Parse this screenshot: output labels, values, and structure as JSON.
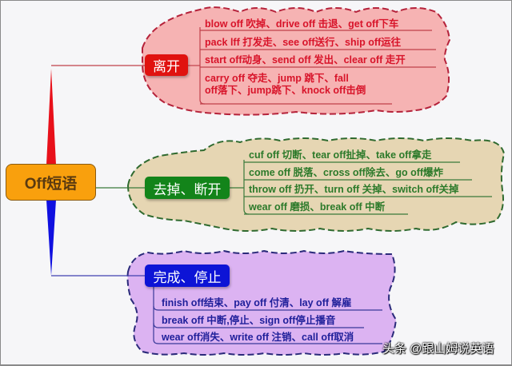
{
  "root": {
    "label": "Off短语",
    "color": "#f9a00d"
  },
  "branches": [
    {
      "label": "离开",
      "color": "#e0120f",
      "cloud_fill": "#f6b3b3",
      "cloud_stroke": "#b5223a",
      "items": [
        "blow off 吹掉、drive off 击退、get off下车",
        "pack lff 打发走、see off送行、ship off运往",
        "start off动身、send off 发出、clear off 走开",
        "carry off 夺走、jump 跳下、fall",
        "off落下、jump跳下、knock off击倒"
      ]
    },
    {
      "label": "去掉、断开",
      "color": "#13841a",
      "cloud_fill": "#e6d6b3",
      "cloud_stroke": "#2f6a2f",
      "items": [
        "cuf off 切断、tear off扯掉、take off拿走",
        "come off 脱落、cross off除去、go off爆炸",
        "throw  off 扔开、turn off 关掉、switch off关掉",
        "wear off 磨损、break off 中断"
      ]
    },
    {
      "label": "完成、停止",
      "color": "#0d14d6",
      "cloud_fill": "#dcb3f2",
      "cloud_stroke": "#2a2a7a",
      "items": [
        "finish off结束、pay off 付清、lay off 解雇",
        "break off 中断,停止、sign off停止播音",
        "wear off消失、write off 注销、call off取消"
      ]
    }
  ],
  "watermark": "头条 @跟山姆说英语"
}
